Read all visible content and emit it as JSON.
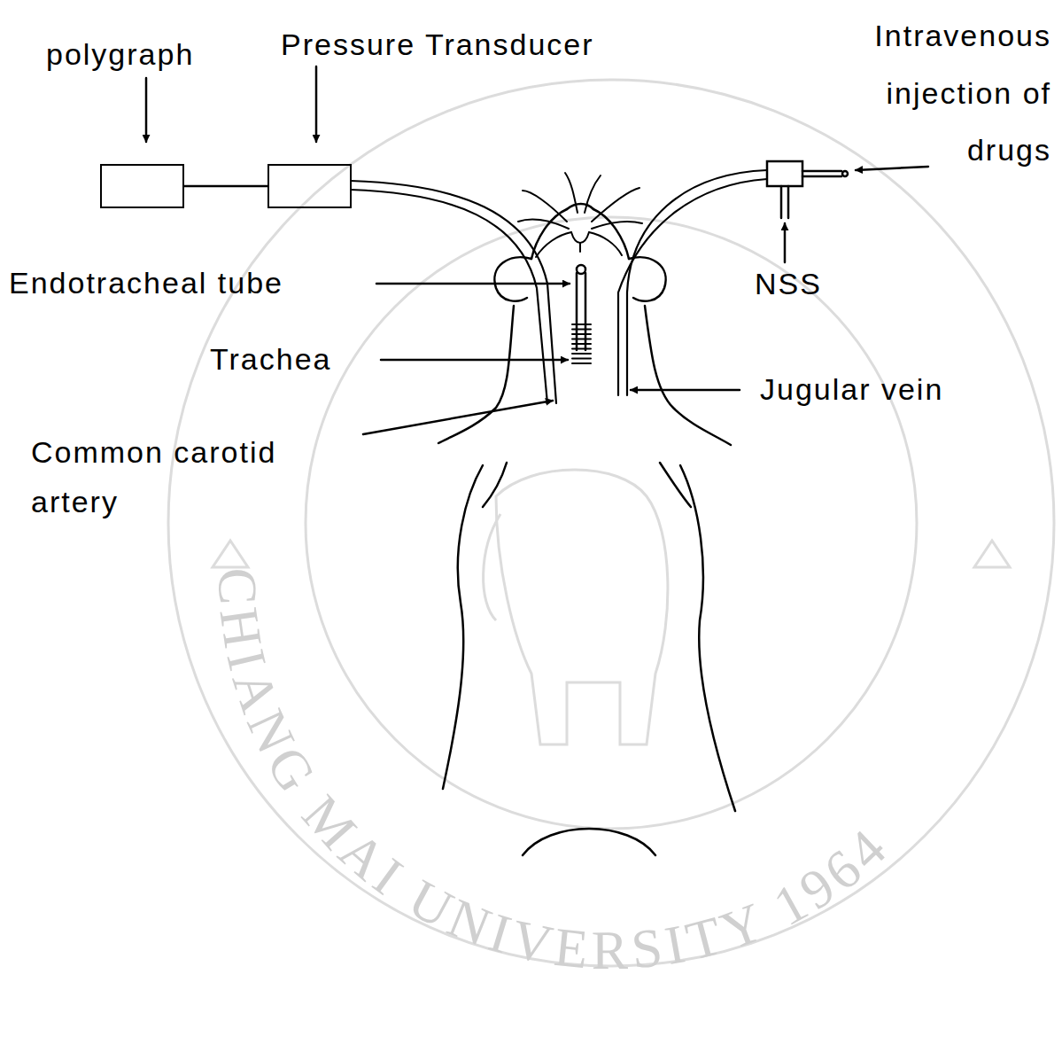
{
  "diagram": {
    "nodes": [
      {
        "text": [
          "polygraph"
        ]
      },
      {
        "text": [
          "Pressure Transducer"
        ]
      }
    ],
    "edges": [
      {
        "from": 0,
        "to": 1,
        "arrow": "none"
      }
    ],
    "labels": [
      "Endotracheal tube",
      "Trachea",
      "Common carotid artery",
      "Jugular vein",
      "NSS",
      "Intravenous injection of drugs",
      "CHIANG MAI UNIVERSITY 1964"
    ]
  }
}
